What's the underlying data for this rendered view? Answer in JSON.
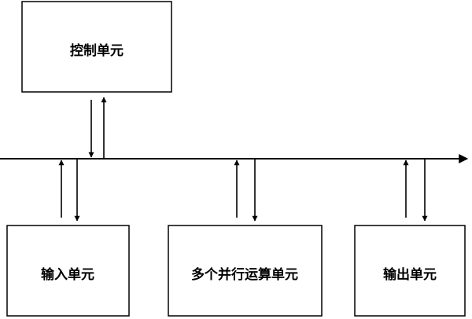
{
  "diagram": {
    "nodes": {
      "control": {
        "label": "控制单元"
      },
      "input": {
        "label": "输入单元"
      },
      "parallel": {
        "label": "多个并行运算单元"
      },
      "output": {
        "label": "输出单元"
      }
    },
    "colors": {
      "stroke": "#000000",
      "fill": "#ffffff",
      "text": "#000000"
    },
    "connections": [
      {
        "from": "control",
        "to": "bus",
        "direction": "down"
      },
      {
        "from": "bus",
        "to": "control",
        "direction": "up"
      },
      {
        "from": "input",
        "to": "bus",
        "direction": "up"
      },
      {
        "from": "bus",
        "to": "input",
        "direction": "down"
      },
      {
        "from": "parallel",
        "to": "bus",
        "direction": "up"
      },
      {
        "from": "bus",
        "to": "parallel",
        "direction": "down"
      },
      {
        "from": "output",
        "to": "bus",
        "direction": "up"
      },
      {
        "from": "bus",
        "to": "output",
        "direction": "down"
      }
    ]
  }
}
